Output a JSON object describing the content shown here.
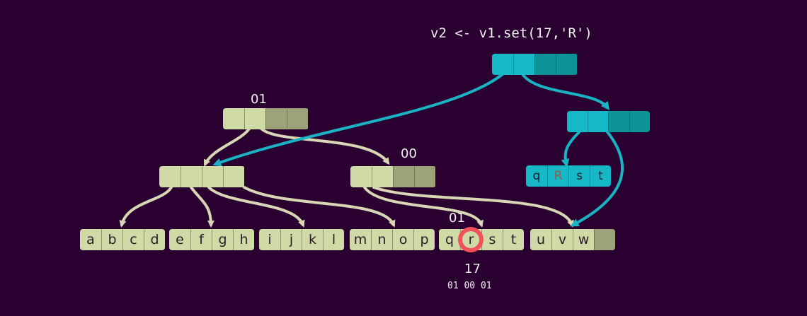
{
  "code_label": "v2 <- v1.set(17,'R')",
  "labels": {
    "root_old_index": "01",
    "mid_index": "00",
    "leaf_index": "01",
    "target_index": "17",
    "target_bits": "01 00 01"
  },
  "leaves_old": [
    [
      "a",
      "b",
      "c",
      "d"
    ],
    [
      "e",
      "f",
      "g",
      "h"
    ],
    [
      "i",
      "j",
      "k",
      "l"
    ],
    [
      "m",
      "n",
      "o",
      "p"
    ],
    [
      "q",
      "r",
      "s",
      "t"
    ],
    [
      "u",
      "v",
      "w",
      ""
    ]
  ],
  "leaf_new": [
    "q",
    "R",
    "s",
    "t"
  ],
  "colors": {
    "background": "#2a0030",
    "old_node": "#cfdaa7",
    "old_node_dark": "#9ea27b",
    "new_node": "#16b7c6",
    "new_node_dark": "#0b9398",
    "old_edge": "#d8d6b4",
    "new_edge": "#19b3c4",
    "highlight": "#f0535a"
  }
}
